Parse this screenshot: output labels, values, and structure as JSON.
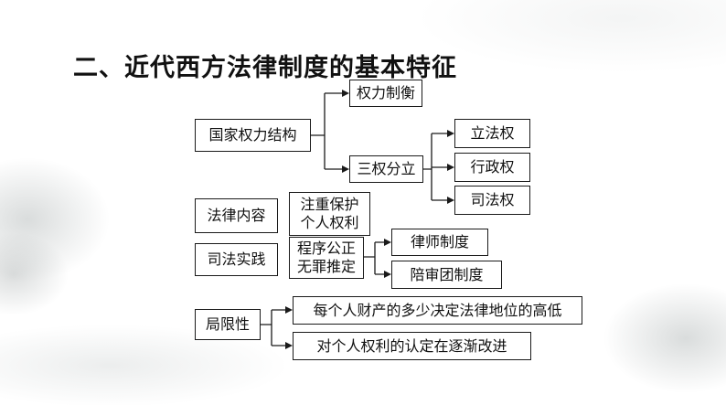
{
  "title": "二、近代西方法律制度的基本特征",
  "diagram": {
    "power_structure": {
      "label": "国家权力结构",
      "checks": "权力制衡",
      "separation": "三权分立",
      "branches": [
        "立法权",
        "行政权",
        "司法权"
      ]
    },
    "legal_content": {
      "label": "法律内容",
      "value": "注重保护\n个人权利"
    },
    "judicial_practice": {
      "label": "司法实践",
      "value": "程序公正\n无罪推定",
      "systems": [
        "律师制度",
        "陪审团制度"
      ]
    },
    "limitations": {
      "label": "局限性",
      "items": [
        "每个人财产的多少决定法律地位的高低",
        "对个人权利的认定在逐渐改进"
      ]
    }
  },
  "colors": {
    "line": "#1a1a1a",
    "text": "#111111"
  }
}
